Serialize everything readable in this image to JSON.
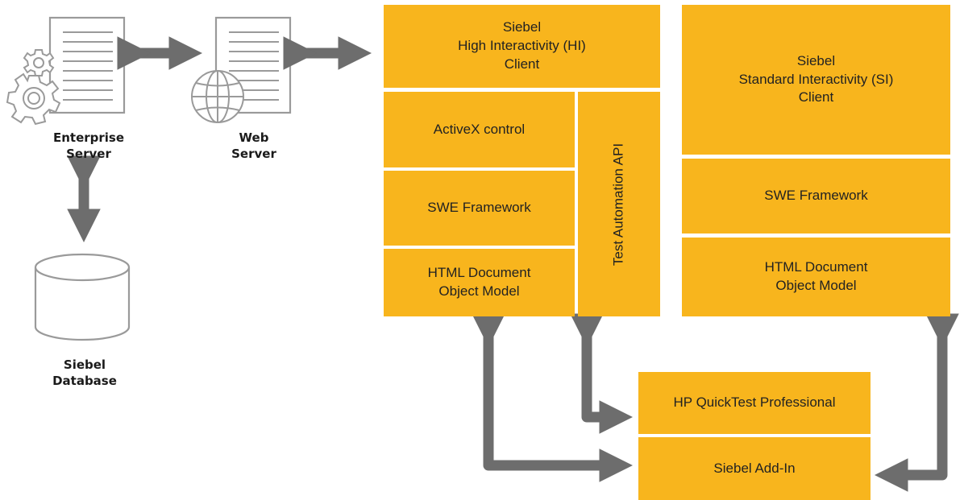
{
  "labels": {
    "enterprise_server": "Enterprise\nServer",
    "web_server": "Web\nServer",
    "siebel_database": "Siebel\nDatabase"
  },
  "hi_client": {
    "title": "Siebel\nHigh Interactivity (HI)\nClient",
    "activex": "ActiveX control",
    "swe": "SWE Framework",
    "html_dom": "HTML Document\nObject Model",
    "test_api": "Test Automation API"
  },
  "si_client": {
    "title": "Siebel\nStandard Interactivity (SI)\nClient",
    "swe": "SWE Framework",
    "html_dom": "HTML Document\nObject Model"
  },
  "qtp": {
    "title": "HP QuickTest Professional",
    "addin": "Siebel Add-In"
  },
  "colors": {
    "box_fill": "#f8b51d",
    "arrow": "#6d6d6d",
    "icon_stroke": "#9a9a9a"
  },
  "icons": [
    "document-icon",
    "gears-icon",
    "globe-icon",
    "database-icon"
  ]
}
